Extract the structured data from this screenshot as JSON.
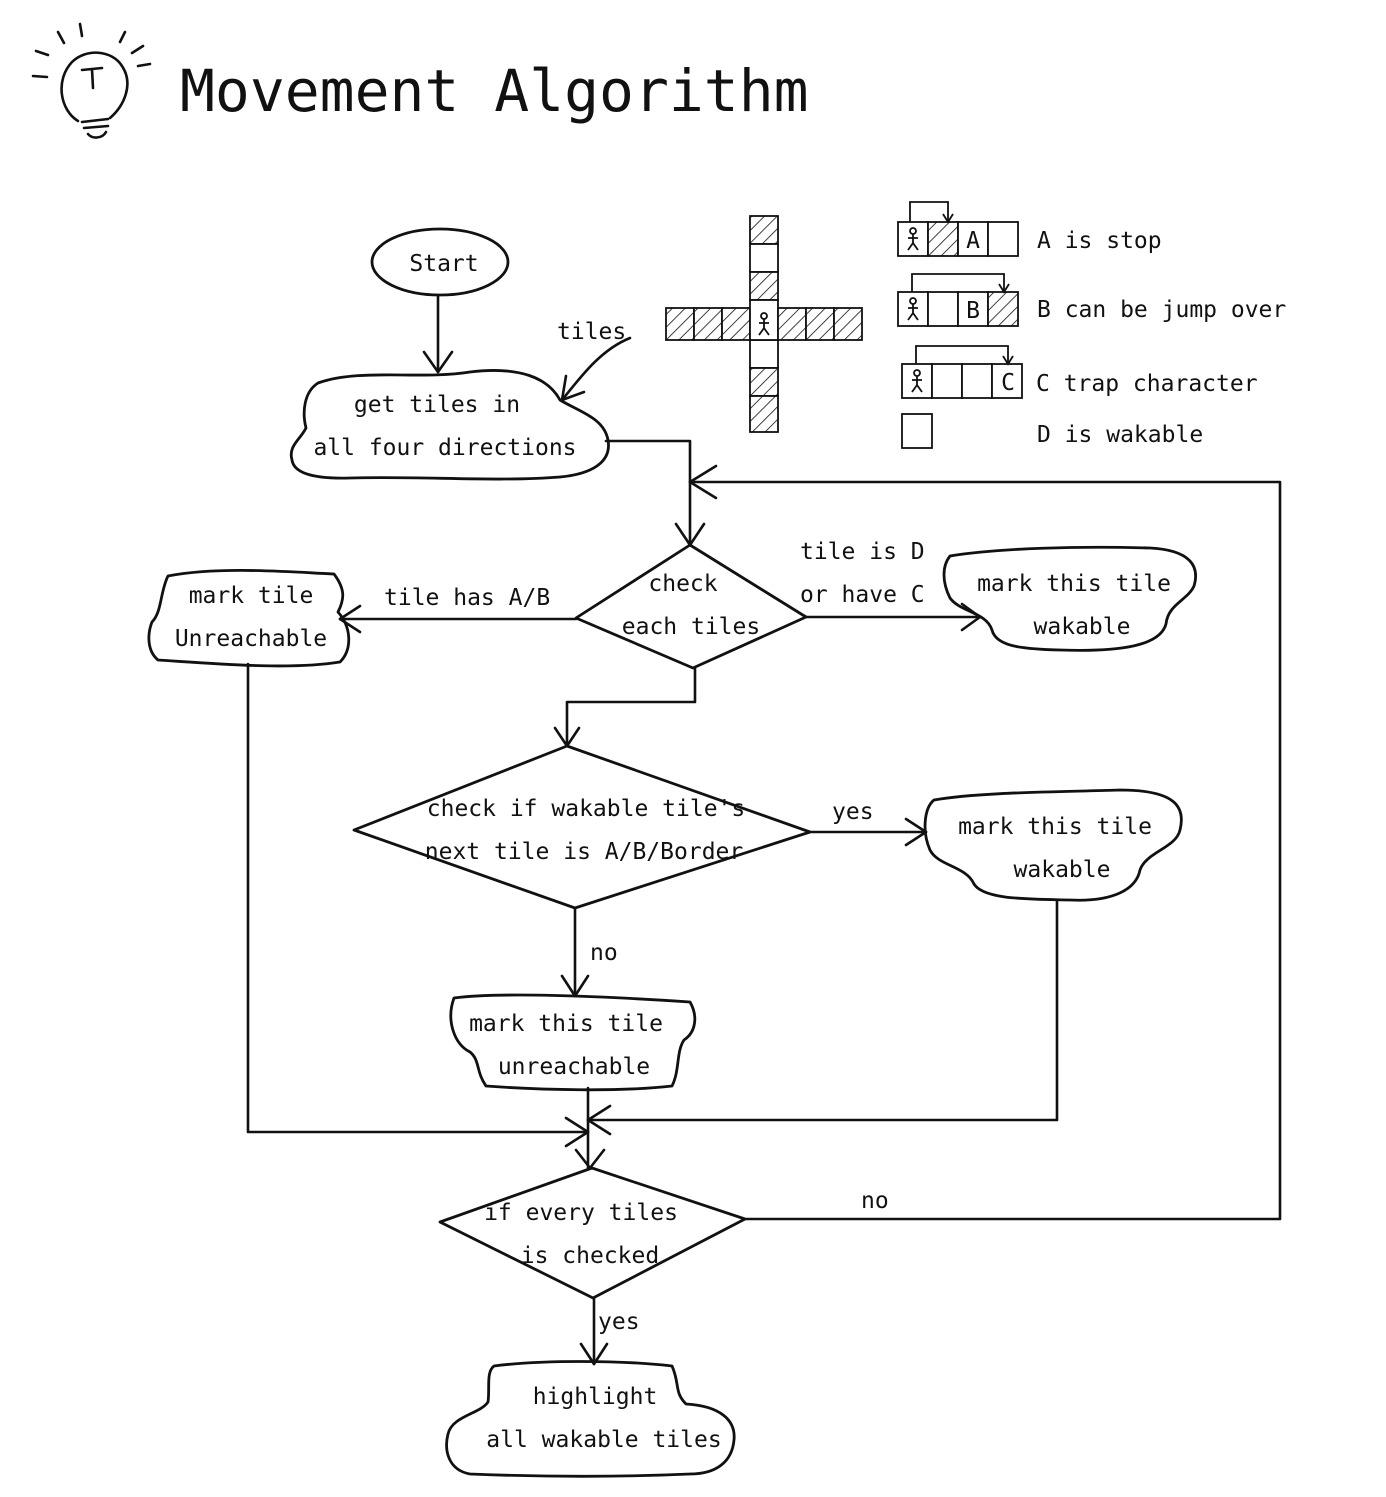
{
  "title": "Movement Algorithm",
  "icon": "lightbulb-icon",
  "nodes": {
    "start": "Start",
    "get_tiles": [
      "get tiles in",
      "all four directions"
    ],
    "check_each": [
      "check",
      "each tiles"
    ],
    "mark_unreachable_left": [
      "mark tile",
      "Unreachable"
    ],
    "mark_wakable_right": [
      "mark this tile",
      "wakable"
    ],
    "check_next": [
      "check if wakable tile's",
      "next tile is A/B/Border"
    ],
    "mark_wakable_mid": [
      "mark this tile",
      "wakable"
    ],
    "mark_unreachable_mid": [
      "mark this tile",
      "unreachable"
    ],
    "every_checked": [
      "if every tiles",
      "is checked"
    ],
    "highlight": [
      "highlight",
      "all wakable tiles"
    ]
  },
  "edge_labels": {
    "tiles": "tiles",
    "has_ab": "tile has A/B",
    "is_d": [
      "tile is D",
      "or have C"
    ],
    "yes_next": "yes",
    "no_next": "no",
    "no_loop": "no",
    "yes_done": "yes"
  },
  "legend": [
    {
      "letter": "A",
      "text": "A is stop"
    },
    {
      "letter": "B",
      "text": "B can be jump over"
    },
    {
      "letter": "C",
      "text": "C trap character"
    },
    {
      "letter": "",
      "text": "D is wakable"
    }
  ],
  "colors": {
    "ink": "#111111",
    "paper": "#ffffff"
  }
}
